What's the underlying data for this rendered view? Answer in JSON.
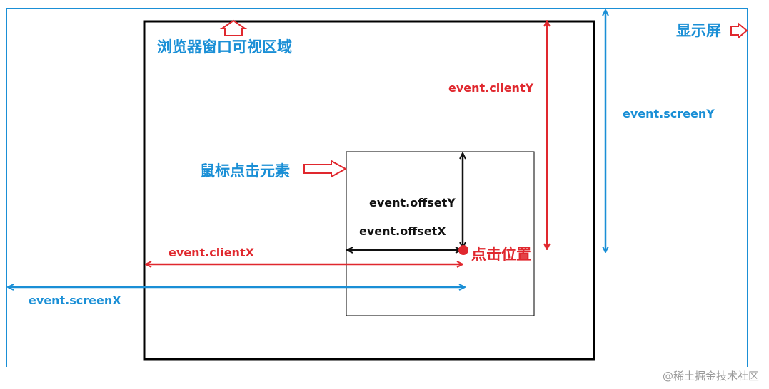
{
  "labels": {
    "browser_viewport": "浏览器窗口可视区域",
    "screen": "显示屏",
    "clicked_element": "鼠标点击元素",
    "click_position": "点击位置",
    "client_y": "event.clientY",
    "client_x": "event.clientX",
    "screen_y": "event.screenY",
    "screen_x": "event.screenX",
    "offset_y": "event.offsetY",
    "offset_x": "event.offsetX"
  },
  "watermark": "@稀土掘金技术社区",
  "colors": {
    "blue": "#1a8fd6",
    "red": "#e0282e",
    "black": "#111111",
    "frame": "#000000"
  }
}
